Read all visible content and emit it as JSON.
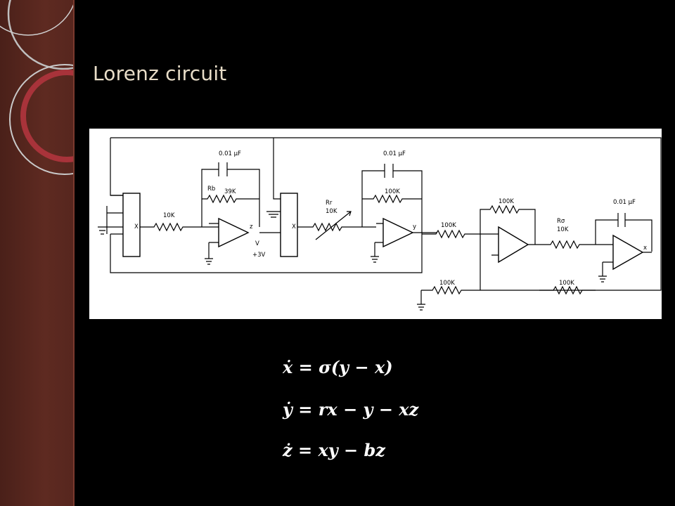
{
  "slide": {
    "title": "Lorenz circuit"
  },
  "circuit": {
    "labels": {
      "cap_1": "0.01 μF",
      "cap_2": "0.01 μF",
      "cap_3": "0.01 μF",
      "rb": "Rb",
      "r_39k": "39K",
      "r_10k_a": "10K",
      "rr": "Rr",
      "r_10k_b": "10K",
      "r_100k_fb2": "100K",
      "r_100k_in": "100K",
      "r_100k_inv": "100K",
      "rsigma": "Rσ",
      "r_10k_c": "10K",
      "r_100k_gnd": "100K",
      "r_100k_x": "100K",
      "out_z": "z",
      "out_y": "y",
      "out_x": "x",
      "mult_1": "X",
      "mult_2": "X",
      "vs": "V",
      "supply": "+3V"
    }
  },
  "equations": {
    "eq1": "ẋ = σ(y − x)",
    "eq2": "ẏ = rx − y − xz",
    "eq3": "ż = xy − bz"
  },
  "colors": {
    "background": "#000000",
    "sidebar": "#5e2a21",
    "title": "#e8ddc8",
    "text": "#ffffff"
  }
}
